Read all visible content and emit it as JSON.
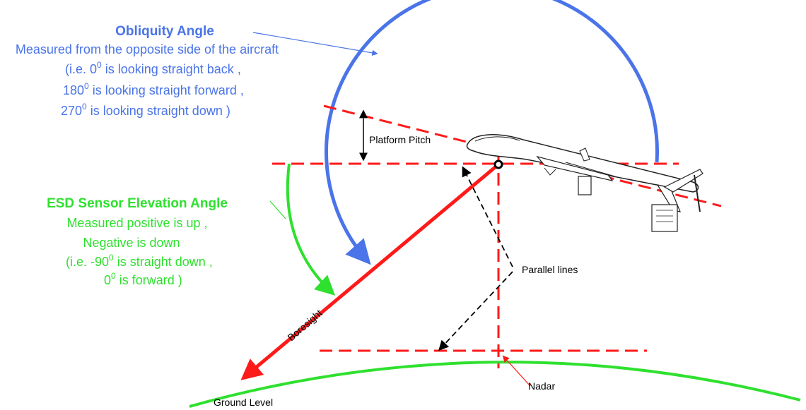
{
  "colors": {
    "obliquity": "#4a74e8",
    "elevation": "#2fe02f",
    "reference": "#ff1a1a",
    "ground": "#2fe02f",
    "annotation": "#000000"
  },
  "obliquity": {
    "title": "Obliquity Angle",
    "line1": "Measured from the opposite side of the aircraft",
    "line2_pre": "(i.e. 0",
    "line2_sup": "0",
    "line2_post": " is looking straight back  ,",
    "line3_pre": "180",
    "line3_sup": "0",
    "line3_post": " is looking straight forward  ,",
    "line4_pre": "270",
    "line4_sup": "0",
    "line4_post": " is looking straight down  )"
  },
  "elevation": {
    "title": "ESD Sensor Elevation Angle",
    "line1": "Measured positive is up  ,",
    "line2": "Negative is down",
    "line3_pre": "(i.e. -90",
    "line3_sup": "0",
    "line3_post": " is straight down ,",
    "line4_pre": "0",
    "line4_sup": "0",
    "line4_post": " is forward )"
  },
  "labels": {
    "platform_pitch": "Platform Pitch",
    "parallel_lines": "Parallel lines",
    "boresight": "Boresight",
    "ground_level": "Ground Level",
    "nadar": "Nadar"
  },
  "icons": {
    "aircraft": "uav-aircraft-icon"
  }
}
